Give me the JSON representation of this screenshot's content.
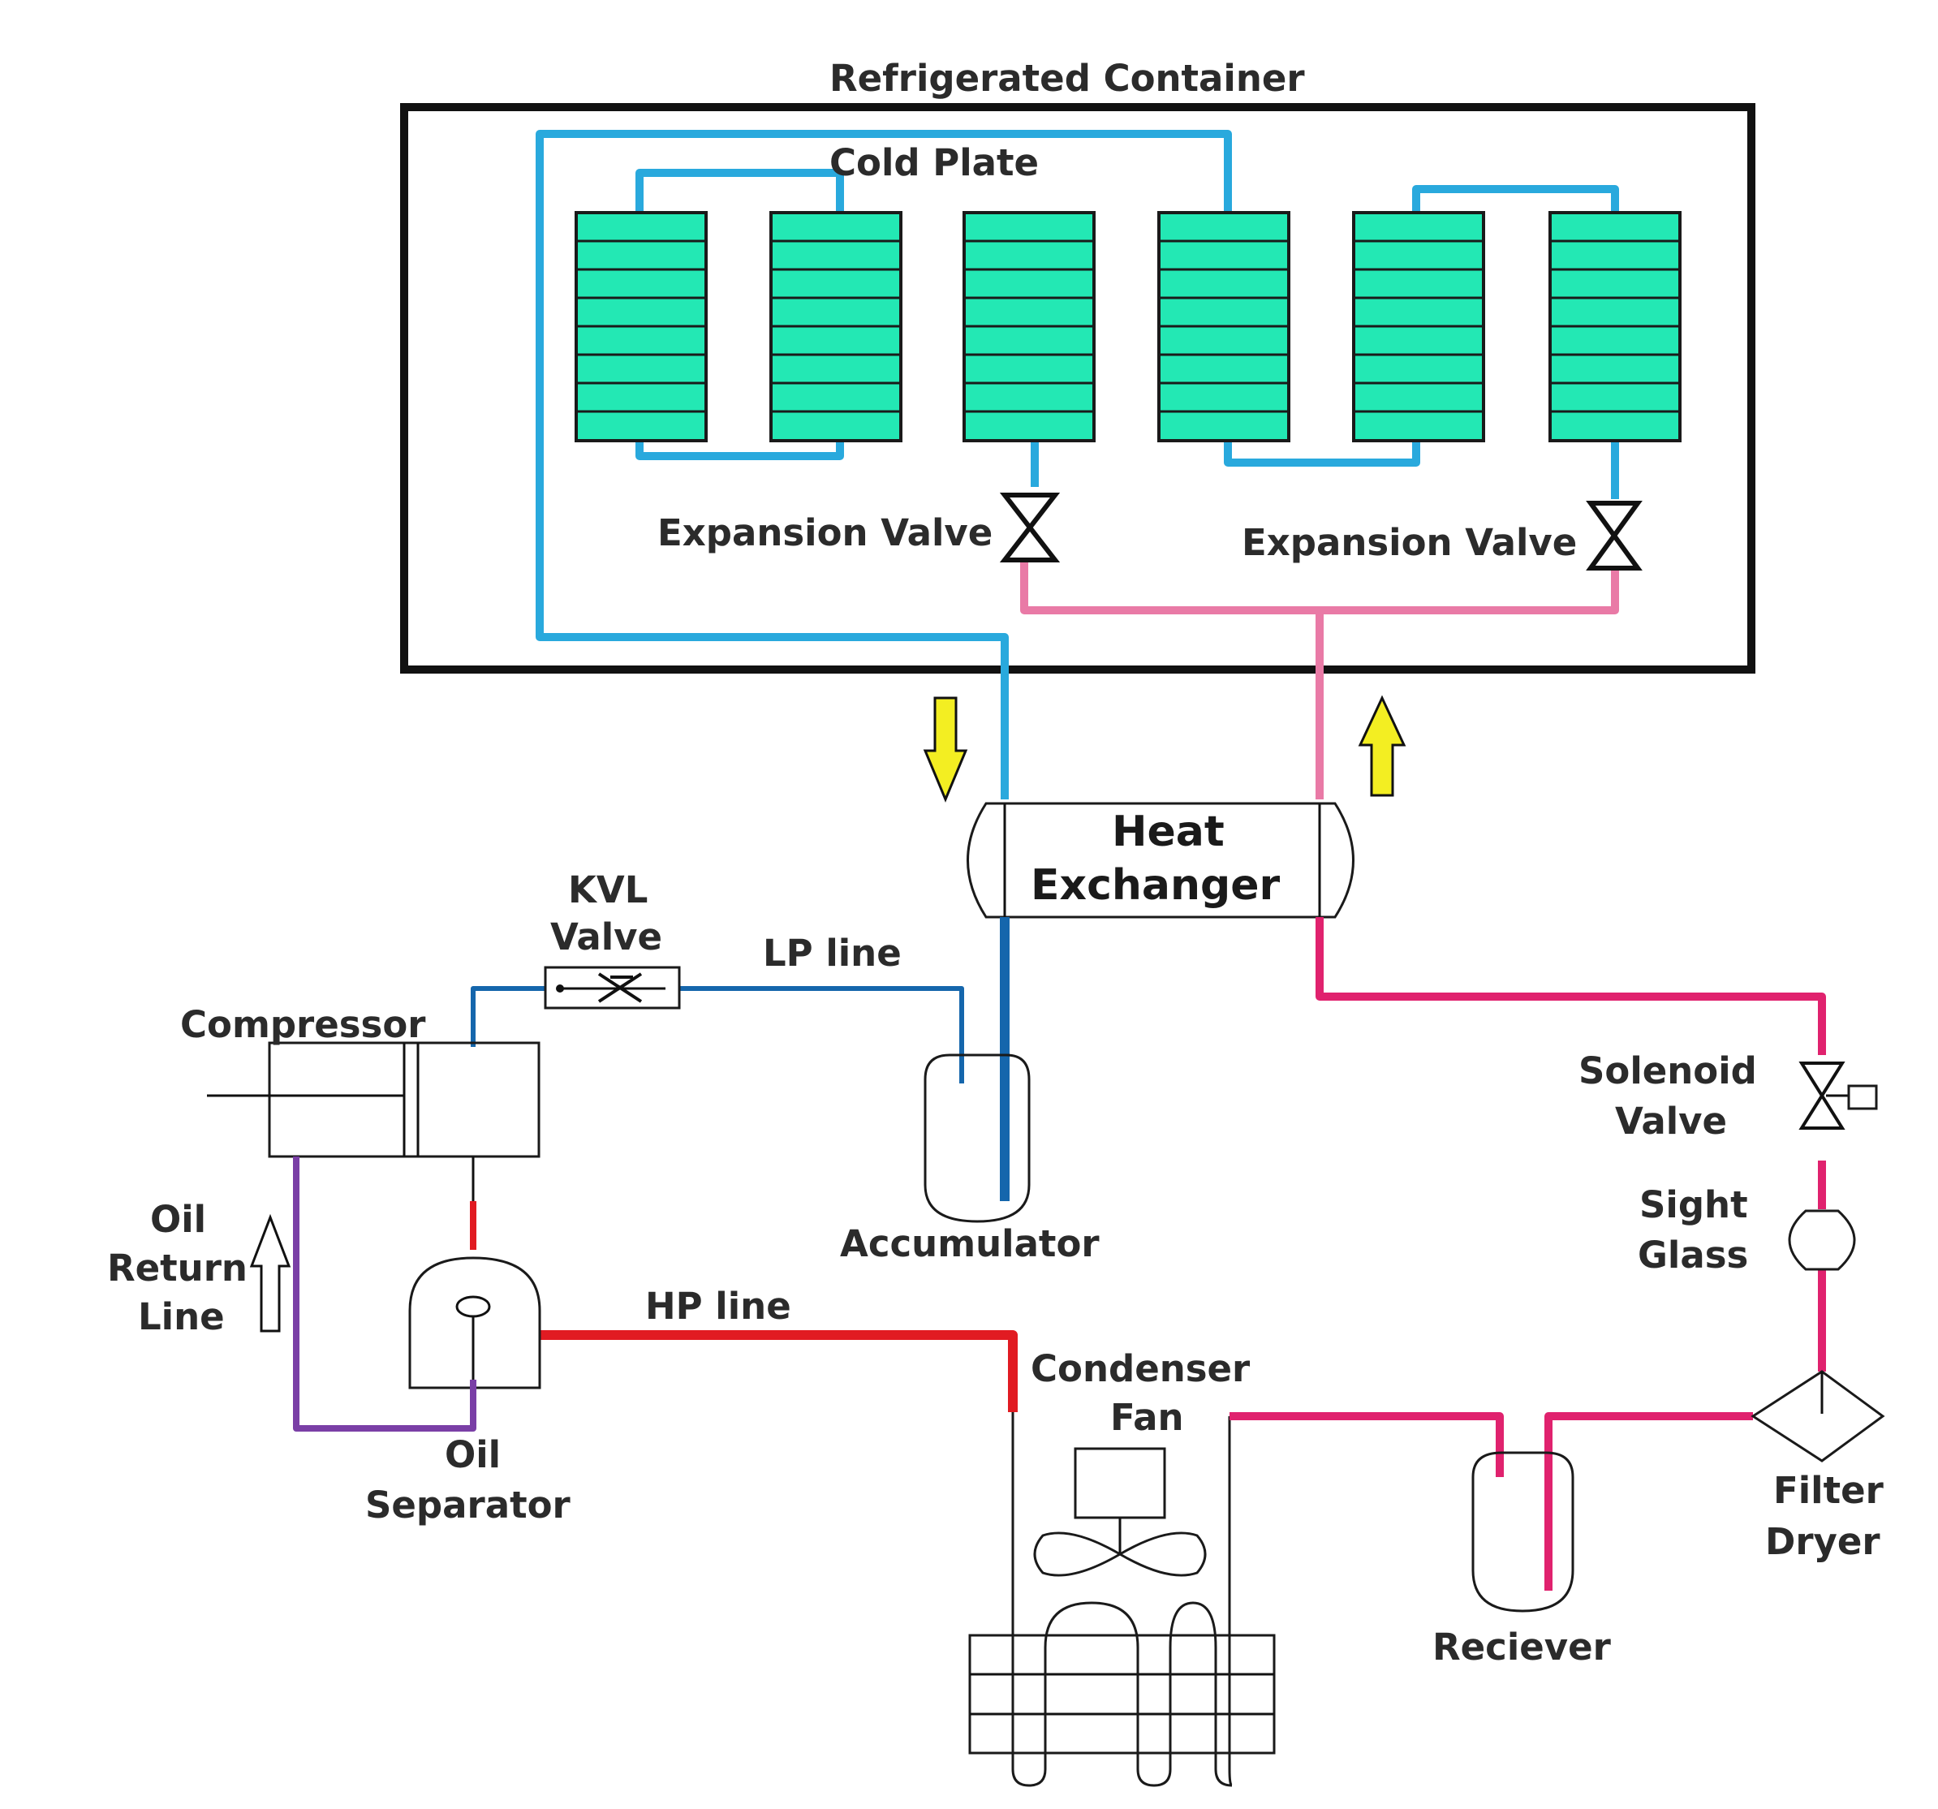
{
  "labels": {
    "container": "Refrigerated Container",
    "cold_plate": "Cold Plate",
    "expansion_valve_left": "Expansion Valve",
    "expansion_valve_right": "Expansion Valve",
    "heat_exchanger_line1": "Heat",
    "heat_exchanger_line2": "Exchanger",
    "kvl_line1": "KVL",
    "kvl_line2": "Valve",
    "lp_line": "LP line",
    "compressor": "Compressor",
    "accumulator": "Accumulator",
    "solenoid_line1": "Solenoid",
    "solenoid_line2": "Valve",
    "sight_line1": "Sight",
    "sight_line2": "Glass",
    "oil_return_line1": "Oil",
    "oil_return_line2": "Return",
    "oil_return_line3": "Line",
    "hp_line": "HP line",
    "condenser_line1": "Condenser",
    "condenser_line2": "Fan",
    "oil_sep_line1": "Oil",
    "oil_sep_line2": "Separator",
    "filter_line1": "Filter",
    "filter_line2": "Dryer",
    "receiver": "Reciever"
  },
  "colors": {
    "suction_line": "#29a9dd",
    "suction_line_dark": "#1566ac",
    "liquid_line_light": "#e97aa6",
    "liquid_line": "#e0226e",
    "hot_gas_line": "#e11b22",
    "oil_return_line": "#7a3fa6",
    "cold_plate_fill": "#23e8b4",
    "flow_arrow": "#f3ee22"
  }
}
